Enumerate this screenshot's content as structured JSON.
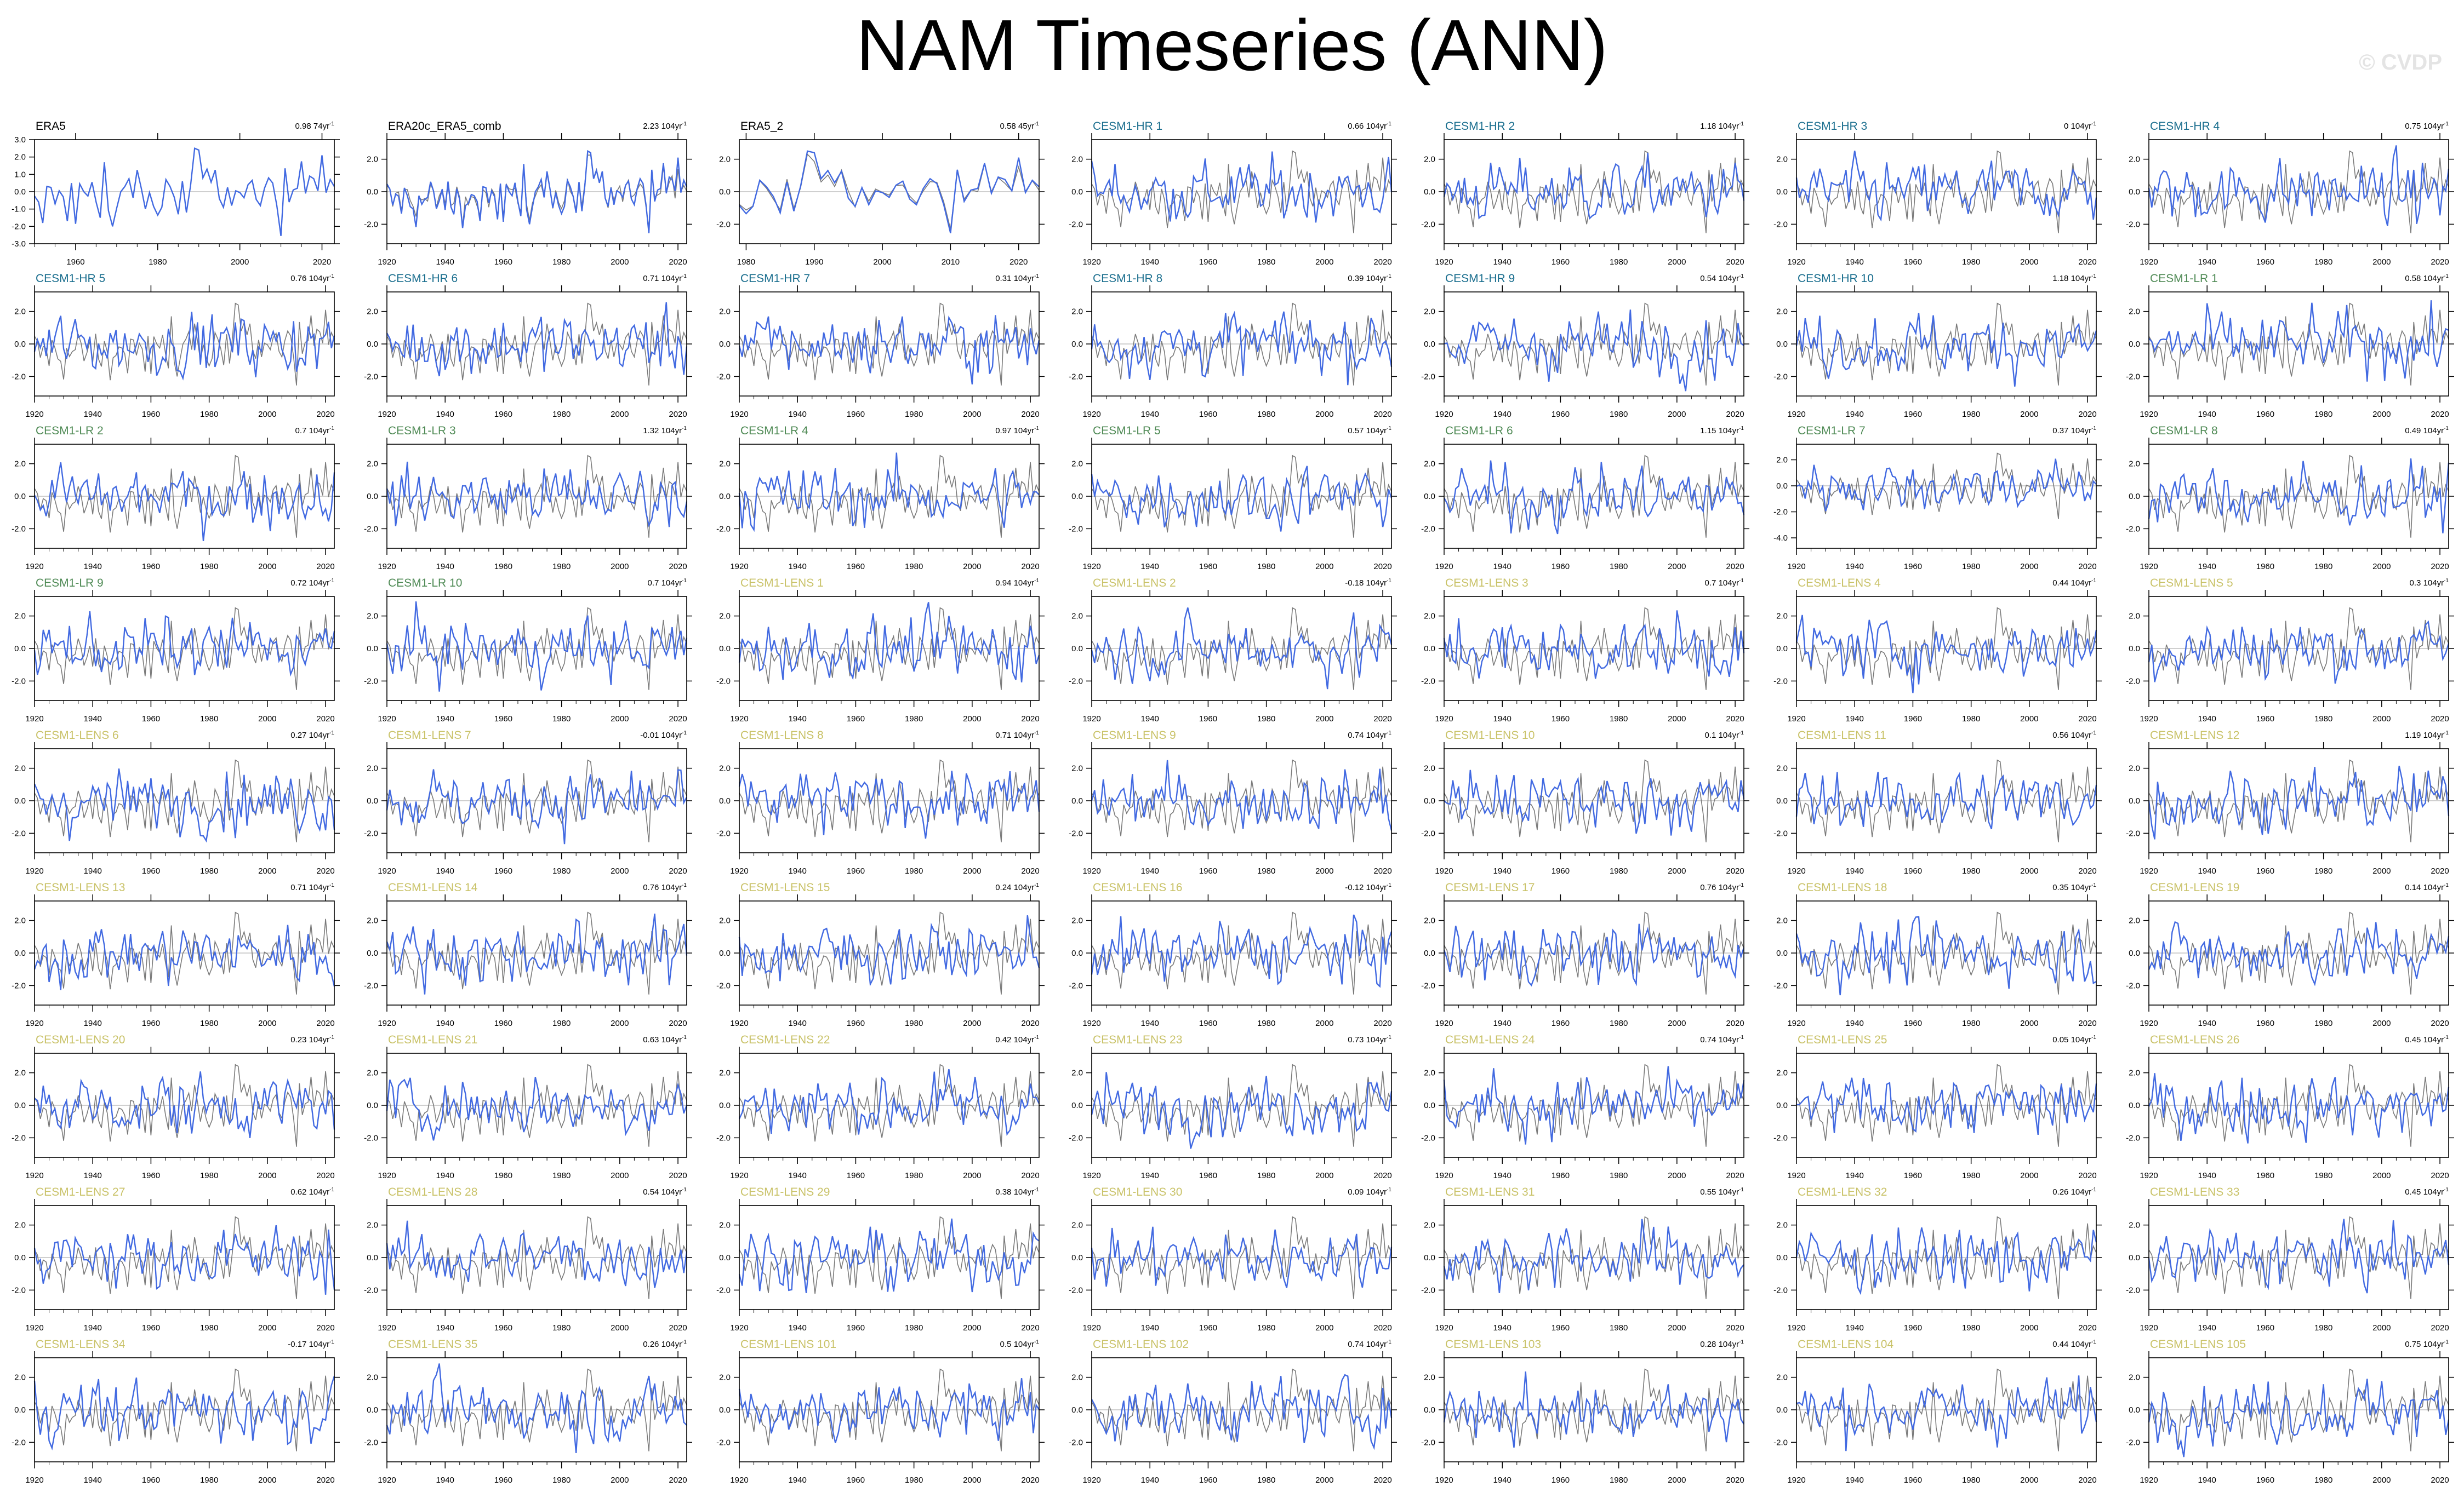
{
  "title": "NAM Timeseries (ANN)",
  "watermark": "© CVDP",
  "colors": {
    "obs": "#000000",
    "hr": "#1a6e8e",
    "lr": "#4f8a55",
    "lens": "#c9c268",
    "blue": "#4169e1",
    "gray": "#7a7a7a"
  },
  "trend_exp": "-1",
  "chart_data": {
    "type": "line",
    "xlabel": "",
    "ylabel": "",
    "axes": {
      "era5": {
        "xlim": [
          1950,
          2023
        ],
        "xticks": [
          "1960",
          "1980",
          "2000",
          "2020"
        ],
        "ylim": [
          -3,
          3
        ],
        "yticks": [
          "3.0",
          "2.0",
          "1.0",
          "0.0",
          "-1.0",
          "-2.0",
          "-3.0"
        ]
      },
      "era5_2": {
        "xlim": [
          1979,
          2023
        ],
        "xticks": [
          "1980",
          "1990",
          "2000",
          "2010",
          "2020"
        ],
        "ylim": [
          -3.2,
          3.2
        ],
        "yticks": [
          "2.0",
          "0.0",
          "-2.0"
        ]
      },
      "long": {
        "xlim": [
          1920,
          2023
        ],
        "xticks": [
          "1920",
          "1940",
          "1960",
          "1980",
          "2000",
          "2020"
        ],
        "ylim": [
          -3.2,
          3.2
        ],
        "yticks": [
          "2.0",
          "0.0",
          "-2.0"
        ]
      },
      "long_wide": {
        "xlim": [
          1920,
          2023
        ],
        "xticks": [
          "1920",
          "1940",
          "1960",
          "1980",
          "2000",
          "2020"
        ],
        "ylim": [
          -4.8,
          3.2
        ],
        "yticks": [
          "2.0",
          "0.0",
          "-2.0",
          "-4.0"
        ]
      }
    },
    "era5_series": {
      "start_year": 1950,
      "values": [
        -0.25,
        -0.6,
        -1.8,
        0.3,
        0.25,
        -0.7,
        0.05,
        -0.3,
        -1.7,
        0.5,
        -1.85,
        0.45,
        0.0,
        -0.25,
        0.55,
        -0.6,
        -1.5,
        1.7,
        -1.1,
        -2.0,
        -0.95,
        0.0,
        0.3,
        0.75,
        -0.35,
        1.25,
        0.2,
        -1.0,
        -0.05,
        -0.85,
        -1.35,
        -0.9,
        0.7,
        0.3,
        -0.3,
        -1.3,
        0.6,
        -1.2,
        0.35,
        2.5,
        2.4,
        0.8,
        1.3,
        0.55,
        1.25,
        -0.4,
        -0.9,
        0.25,
        -0.8,
        0.05,
        -0.05,
        -0.35,
        0.4,
        0.65,
        -0.45,
        -0.8,
        0.2,
        0.8,
        0.5,
        -0.8,
        -2.55,
        1.35,
        -0.6,
        0.1,
        0.2,
        1.75,
        -0.1,
        0.9,
        0.75,
        0.05,
        2.1,
        -0.05,
        0.7,
        0.3
      ]
    },
    "panels": [
      {
        "title": "ERA5",
        "trend": "0.98 74yr",
        "group": "obs",
        "axis": "era5"
      },
      {
        "title": "ERA20c_ERA5_comb",
        "trend": "2.23 104yr",
        "group": "obs",
        "axis": "long"
      },
      {
        "title": "ERA5_2",
        "trend": "0.58 45yr",
        "group": "obs",
        "axis": "era5_2"
      },
      {
        "title": "CESM1-HR 1",
        "trend": "0.66 104yr",
        "group": "hr",
        "axis": "long"
      },
      {
        "title": "CESM1-HR 2",
        "trend": "1.18 104yr",
        "group": "hr",
        "axis": "long"
      },
      {
        "title": "CESM1-HR 3",
        "trend": "0 104yr",
        "group": "hr",
        "axis": "long"
      },
      {
        "title": "CESM1-HR 4",
        "trend": "0.75 104yr",
        "group": "hr",
        "axis": "long"
      },
      {
        "title": "CESM1-HR 5",
        "trend": "0.76 104yr",
        "group": "hr",
        "axis": "long"
      },
      {
        "title": "CESM1-HR 6",
        "trend": "0.71 104yr",
        "group": "hr",
        "axis": "long"
      },
      {
        "title": "CESM1-HR 7",
        "trend": "0.31 104yr",
        "group": "hr",
        "axis": "long"
      },
      {
        "title": "CESM1-HR 8",
        "trend": "0.39 104yr",
        "group": "hr",
        "axis": "long"
      },
      {
        "title": "CESM1-HR 9",
        "trend": "0.54 104yr",
        "group": "hr",
        "axis": "long"
      },
      {
        "title": "CESM1-HR 10",
        "trend": "1.18 104yr",
        "group": "hr",
        "axis": "long"
      },
      {
        "title": "CESM1-LR 1",
        "trend": "0.58 104yr",
        "group": "lr",
        "axis": "long"
      },
      {
        "title": "CESM1-LR 2",
        "trend": "0.7 104yr",
        "group": "lr",
        "axis": "long"
      },
      {
        "title": "CESM1-LR 3",
        "trend": "1.32 104yr",
        "group": "lr",
        "axis": "long"
      },
      {
        "title": "CESM1-LR 4",
        "trend": "0.97 104yr",
        "group": "lr",
        "axis": "long"
      },
      {
        "title": "CESM1-LR 5",
        "trend": "0.57 104yr",
        "group": "lr",
        "axis": "long"
      },
      {
        "title": "CESM1-LR 6",
        "trend": "1.15 104yr",
        "group": "lr",
        "axis": "long"
      },
      {
        "title": "CESM1-LR 7",
        "trend": "0.37 104yr",
        "group": "lr",
        "axis": "long_wide"
      },
      {
        "title": "CESM1-LR 8",
        "trend": "0.49 104yr",
        "group": "lr",
        "axis": "long"
      },
      {
        "title": "CESM1-LR 9",
        "trend": "0.72 104yr",
        "group": "lr",
        "axis": "long"
      },
      {
        "title": "CESM1-LR 10",
        "trend": "0.7 104yr",
        "group": "lr",
        "axis": "long"
      },
      {
        "title": "CESM1-LENS 1",
        "trend": "0.94 104yr",
        "group": "lens",
        "axis": "long"
      },
      {
        "title": "CESM1-LENS 2",
        "trend": "-0.18 104yr",
        "group": "lens",
        "axis": "long"
      },
      {
        "title": "CESM1-LENS 3",
        "trend": "0.7 104yr",
        "group": "lens",
        "axis": "long"
      },
      {
        "title": "CESM1-LENS 4",
        "trend": "0.44 104yr",
        "group": "lens",
        "axis": "long"
      },
      {
        "title": "CESM1-LENS 5",
        "trend": "0.3 104yr",
        "group": "lens",
        "axis": "long"
      },
      {
        "title": "CESM1-LENS 6",
        "trend": "0.27 104yr",
        "group": "lens",
        "axis": "long"
      },
      {
        "title": "CESM1-LENS 7",
        "trend": "-0.01 104yr",
        "group": "lens",
        "axis": "long"
      },
      {
        "title": "CESM1-LENS 8",
        "trend": "0.71 104yr",
        "group": "lens",
        "axis": "long"
      },
      {
        "title": "CESM1-LENS 9",
        "trend": "0.74 104yr",
        "group": "lens",
        "axis": "long"
      },
      {
        "title": "CESM1-LENS 10",
        "trend": "0.1 104yr",
        "group": "lens",
        "axis": "long"
      },
      {
        "title": "CESM1-LENS 11",
        "trend": "0.56 104yr",
        "group": "lens",
        "axis": "long"
      },
      {
        "title": "CESM1-LENS 12",
        "trend": "1.19 104yr",
        "group": "lens",
        "axis": "long"
      },
      {
        "title": "CESM1-LENS 13",
        "trend": "0.71 104yr",
        "group": "lens",
        "axis": "long"
      },
      {
        "title": "CESM1-LENS 14",
        "trend": "0.76 104yr",
        "group": "lens",
        "axis": "long"
      },
      {
        "title": "CESM1-LENS 15",
        "trend": "0.24 104yr",
        "group": "lens",
        "axis": "long"
      },
      {
        "title": "CESM1-LENS 16",
        "trend": "-0.12 104yr",
        "group": "lens",
        "axis": "long"
      },
      {
        "title": "CESM1-LENS 17",
        "trend": "0.76 104yr",
        "group": "lens",
        "axis": "long"
      },
      {
        "title": "CESM1-LENS 18",
        "trend": "0.35 104yr",
        "group": "lens",
        "axis": "long"
      },
      {
        "title": "CESM1-LENS 19",
        "trend": "0.14 104yr",
        "group": "lens",
        "axis": "long"
      },
      {
        "title": "CESM1-LENS 20",
        "trend": "0.23 104yr",
        "group": "lens",
        "axis": "long"
      },
      {
        "title": "CESM1-LENS 21",
        "trend": "0.63 104yr",
        "group": "lens",
        "axis": "long"
      },
      {
        "title": "CESM1-LENS 22",
        "trend": "0.42 104yr",
        "group": "lens",
        "axis": "long"
      },
      {
        "title": "CESM1-LENS 23",
        "trend": "0.73 104yr",
        "group": "lens",
        "axis": "long"
      },
      {
        "title": "CESM1-LENS 24",
        "trend": "0.74 104yr",
        "group": "lens",
        "axis": "long"
      },
      {
        "title": "CESM1-LENS 25",
        "trend": "0.05 104yr",
        "group": "lens",
        "axis": "long"
      },
      {
        "title": "CESM1-LENS 26",
        "trend": "0.45 104yr",
        "group": "lens",
        "axis": "long"
      },
      {
        "title": "CESM1-LENS 27",
        "trend": "0.62 104yr",
        "group": "lens",
        "axis": "long"
      },
      {
        "title": "CESM1-LENS 28",
        "trend": "0.54 104yr",
        "group": "lens",
        "axis": "long"
      },
      {
        "title": "CESM1-LENS 29",
        "trend": "0.38 104yr",
        "group": "lens",
        "axis": "long"
      },
      {
        "title": "CESM1-LENS 30",
        "trend": "0.09 104yr",
        "group": "lens",
        "axis": "long"
      },
      {
        "title": "CESM1-LENS 31",
        "trend": "0.55 104yr",
        "group": "lens",
        "axis": "long"
      },
      {
        "title": "CESM1-LENS 32",
        "trend": "0.26 104yr",
        "group": "lens",
        "axis": "long"
      },
      {
        "title": "CESM1-LENS 33",
        "trend": "0.45 104yr",
        "group": "lens",
        "axis": "long"
      },
      {
        "title": "CESM1-LENS 34",
        "trend": "-0.17 104yr",
        "group": "lens",
        "axis": "long"
      },
      {
        "title": "CESM1-LENS 35",
        "trend": "0.26 104yr",
        "group": "lens",
        "axis": "long"
      },
      {
        "title": "CESM1-LENS 101",
        "trend": "0.5 104yr",
        "group": "lens",
        "axis": "long"
      },
      {
        "title": "CESM1-LENS 102",
        "trend": "0.74 104yr",
        "group": "lens",
        "axis": "long"
      },
      {
        "title": "CESM1-LENS 103",
        "trend": "0.28 104yr",
        "group": "lens",
        "axis": "long"
      },
      {
        "title": "CESM1-LENS 104",
        "trend": "0.44 104yr",
        "group": "lens",
        "axis": "long"
      },
      {
        "title": "CESM1-LENS 105",
        "trend": "0.75 104yr",
        "group": "lens",
        "axis": "long"
      }
    ]
  }
}
